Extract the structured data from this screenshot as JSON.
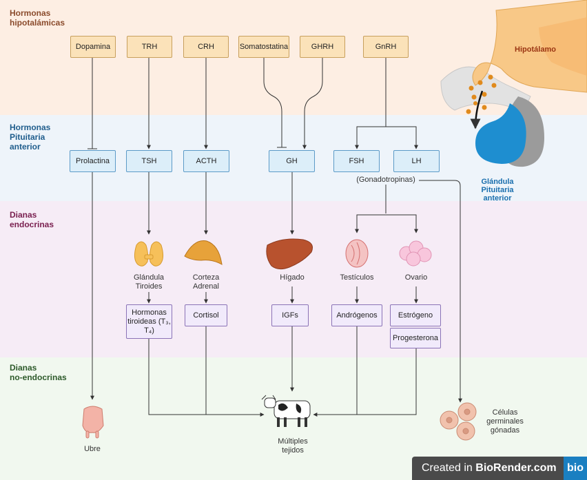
{
  "sections": {
    "hypothalamic": "Hormonas\nhipotalámicas",
    "pituitary": "Hormonas\nPituitaria\nanterior",
    "endocrine": "Dianas\nendocrinas",
    "nonendocrine": "Dianas\nno-endocrinas"
  },
  "hypothalamic_hormones": [
    "Dopamina",
    "TRH",
    "CRH",
    "Somatostatina",
    "GHRH",
    "GnRH"
  ],
  "pituitary_hormones": [
    "Prolactina",
    "TSH",
    "ACTH",
    "GH",
    "FSH",
    "LH"
  ],
  "gonadotropins_label": "(Gonadotropinas)",
  "anatomy": {
    "hypothalamus": "Hipotálamo",
    "pituitary_gland": "Glándula\nPituitaria\nanterior"
  },
  "glands": {
    "thyroid": "Glándula\nTiroides",
    "adrenal": "Corteza\nAdrenal",
    "liver": "Hígado",
    "testes": "Testículos",
    "ovary": "Ovario"
  },
  "products": {
    "thyroid_hormones": "Hormonas\ntiroideas (T₃,\nT₄)",
    "cortisol": "Cortisol",
    "igfs": "IGFs",
    "androgens": "Andrógenos",
    "estrogen": "Estrógeno",
    "progesterone": "Progesterona"
  },
  "targets": {
    "udder": "Ubre",
    "tissues": "Múltiples\ntejidos",
    "germ_cells": "Células\ngerminales\ngónadas"
  },
  "badge": {
    "prefix": "Created in ",
    "brand": "BioRender.com",
    "logo": "bio"
  },
  "colors": {
    "hyp_band": "#fdeee3",
    "pit_band": "#eef4fa",
    "end_band": "#f6ecf6",
    "non_band": "#f1f8ef",
    "accent_blue": "#1a7fc1"
  }
}
